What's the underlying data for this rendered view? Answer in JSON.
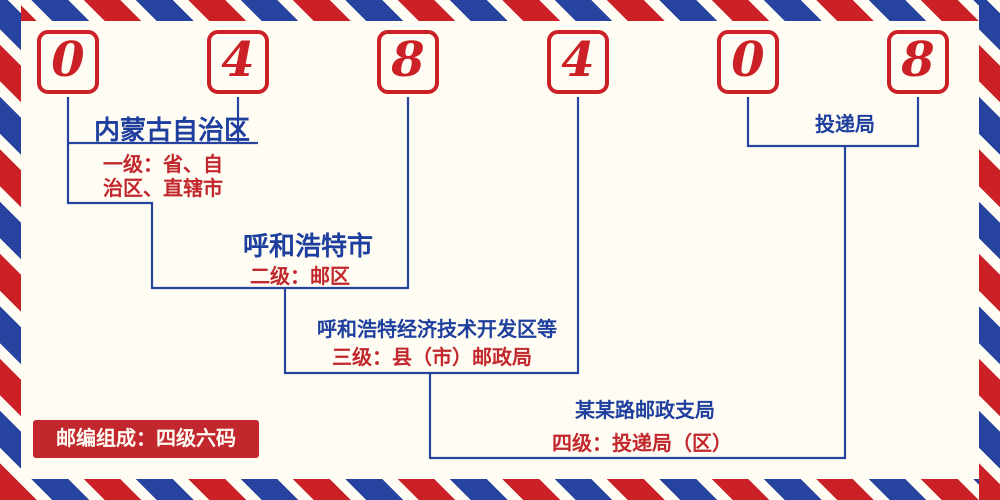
{
  "postal_code": {
    "digits": [
      "0",
      "4",
      "8",
      "4",
      "0",
      "8"
    ]
  },
  "labels": {
    "level1": {
      "title": "内蒙古自治区",
      "desc_line1": "一级：省、自",
      "desc_line2": "治区、直辖市"
    },
    "level2": {
      "title": "呼和浩特市",
      "desc": "二级：邮区"
    },
    "level3": {
      "title": "呼和浩特经济技术开发区等",
      "desc": "三级：县（市）邮政局"
    },
    "level4": {
      "title": "某某路邮政支局",
      "desc": "四级：投递局（区）"
    },
    "delivery": {
      "title": "投递局"
    }
  },
  "badge": {
    "text": "邮编组成：四级六码"
  },
  "colors": {
    "red": "#cb2026",
    "blue": "#2743a0",
    "text_blue": "#1e3f9e",
    "text_red": "#c2272d",
    "background": "#fffdf3"
  }
}
